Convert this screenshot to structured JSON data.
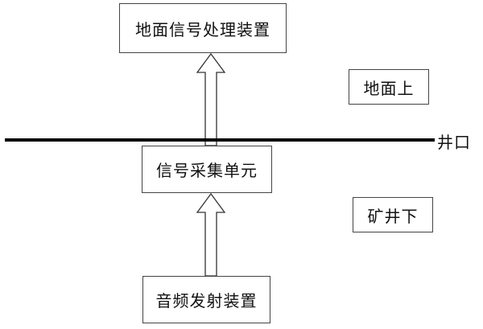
{
  "diagram": {
    "boxes": {
      "ground_processing": "地面信号处理装置",
      "signal_acquisition": "信号采集单元",
      "audio_transmitter": "音频发射装置"
    },
    "region_labels": {
      "above_ground": "地面上",
      "underground": "矿井下"
    },
    "wellhead_label": "井口"
  }
}
